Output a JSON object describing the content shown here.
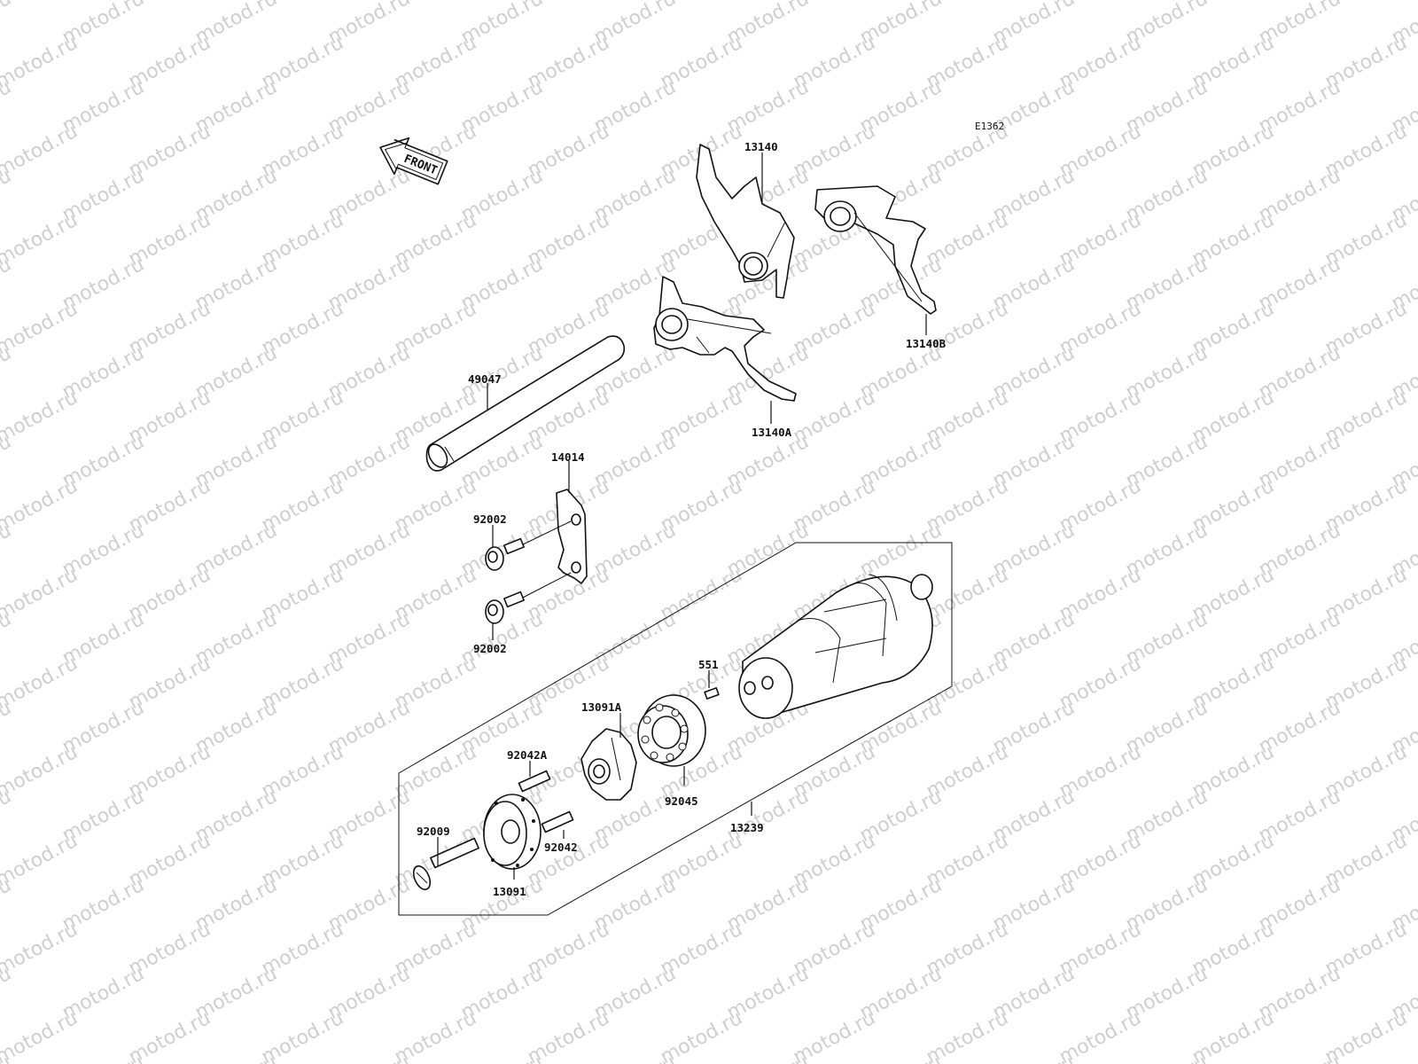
{
  "watermark": "motod.ru",
  "diagram_code": "E1362",
  "front_label": "FRONT",
  "labels": {
    "p13140": "13140",
    "p13140A": "13140A",
    "p13140B": "13140B",
    "p49047": "49047",
    "p14014": "14014",
    "p92002_top": "92002",
    "p92002_bottom": "92002",
    "p551": "551",
    "p13091A": "13091A",
    "p92042A": "92042A",
    "p92042": "92042",
    "p92045": "92045",
    "p13239": "13239",
    "p92009": "92009",
    "p13091": "13091"
  }
}
